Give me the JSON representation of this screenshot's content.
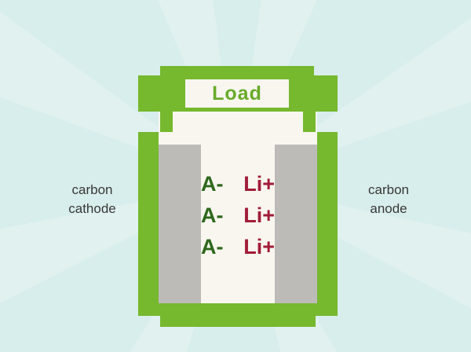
{
  "background": {
    "color": "#d8eeec"
  },
  "battery": {
    "green": "#76b82e",
    "interior_color": "#f8f6ef",
    "electrode_color": "#bcbbb8",
    "load_label": "Load",
    "load_text_color": "#68ab2b"
  },
  "ions": {
    "anion_color": "#2e681c",
    "cation_color": "#a11c38",
    "rows": [
      {
        "anion": "A-",
        "cation": "Li+"
      },
      {
        "anion": "A-",
        "cation": "Li+"
      },
      {
        "anion": "A-",
        "cation": "Li+"
      }
    ]
  },
  "labels": {
    "left": "carbon\ncathode",
    "right": "carbon\nanode"
  }
}
